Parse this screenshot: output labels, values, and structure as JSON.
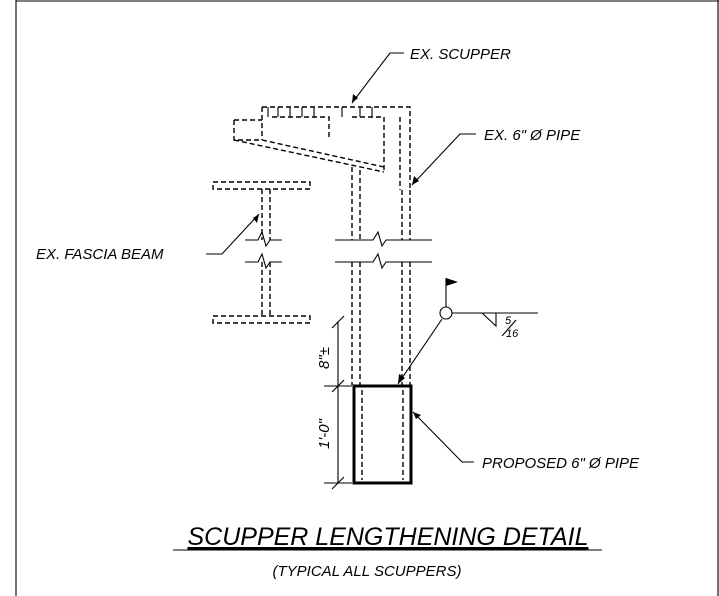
{
  "labels": {
    "ex_scupper": "EX. SCUPPER",
    "ex_pipe": "EX. 6\" Ø PIPE",
    "ex_fascia_beam": "EX. FASCIA BEAM",
    "proposed_pipe": "PROPOSED 6\" Ø PIPE"
  },
  "dimensions": {
    "upper": "8\"±",
    "lower": "1'-0\""
  },
  "weld_symbol": {
    "size_numerator": "5",
    "size_denominator": "16"
  },
  "title": {
    "main": "SCUPPER LENGTHENING DETAIL",
    "subtitle": "(TYPICAL ALL SCUPPERS)"
  }
}
